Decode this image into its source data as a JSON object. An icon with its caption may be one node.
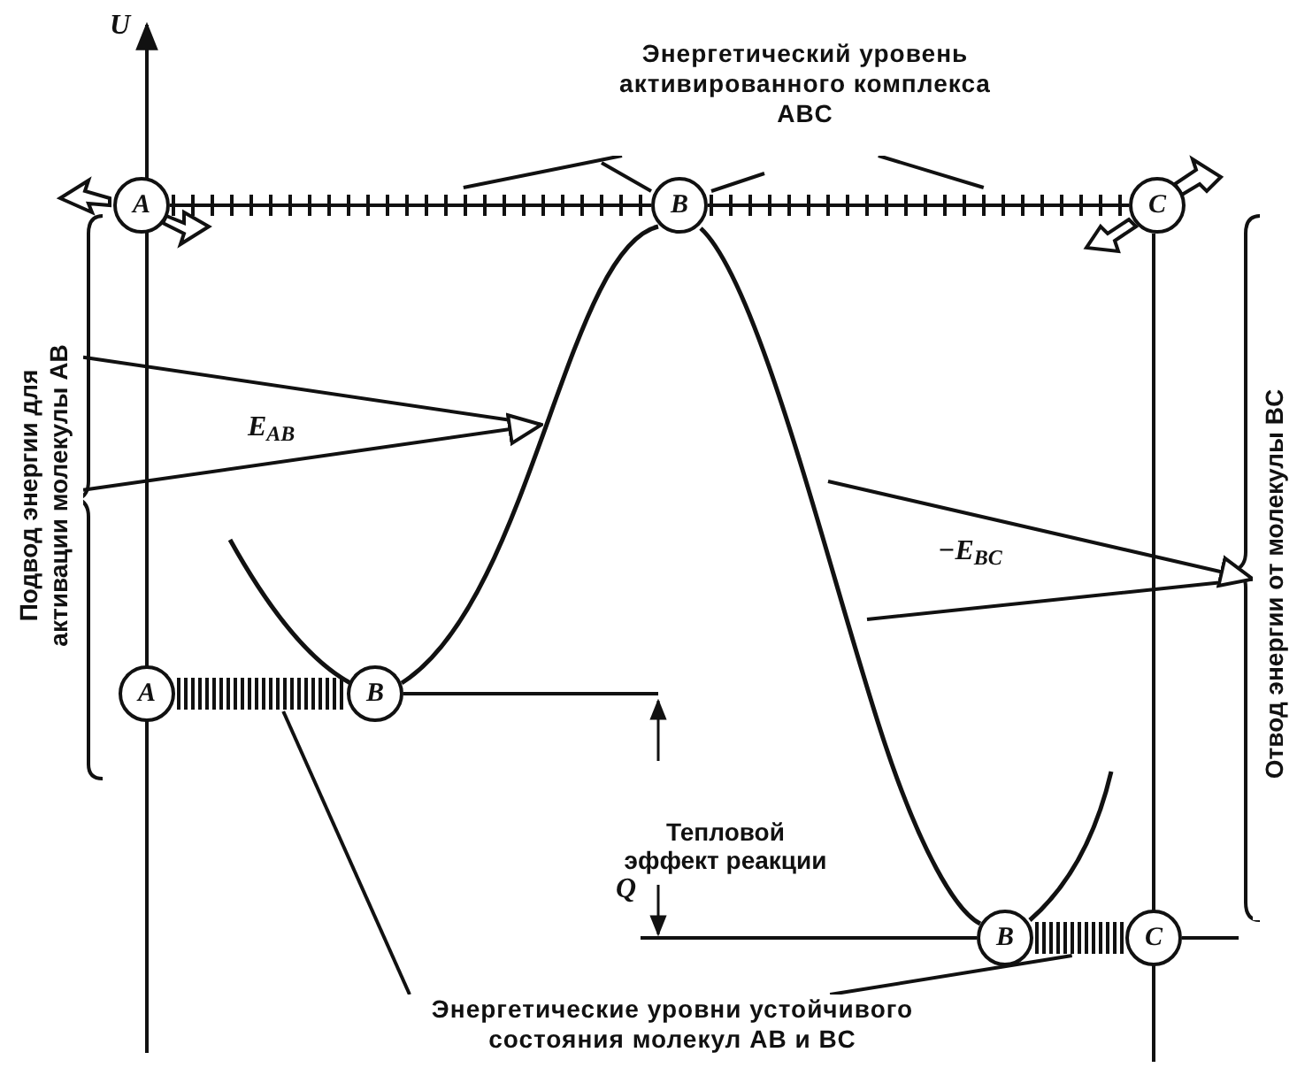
{
  "diagram": {
    "nodes": [
      {
        "text": [
          "Энергетический уровень активированного комплекса ABC"
        ]
      },
      {
        "text": [
          "A"
        ]
      },
      {
        "text": [],
        "shape": "bar"
      },
      {
        "text": [
          "B"
        ]
      },
      {
        "text": [],
        "shape": "bar"
      },
      {
        "text": [
          "C"
        ]
      },
      {
        "text": [
          "Подвод энергии для активации молекулы AB"
        ]
      },
      {
        "text": [
          "Отвод энергии от молекулы BC"
        ]
      },
      {
        "text": [
          "A"
        ]
      },
      {
        "text": [],
        "shape": "bar"
      },
      {
        "text": [
          "B"
        ]
      },
      {
        "text": [
          "B"
        ]
      },
      {
        "text": [],
        "shape": "bar"
      },
      {
        "text": [
          "C"
        ]
      },
      {
        "text": [
          "Энергетические уровни устойчивого состояния молекул AB и BC"
        ]
      }
    ],
    "edges": [
      {
        "from": 0,
        "to": 2,
        "arrow": "none"
      },
      {
        "from": 0,
        "to": 4,
        "arrow": "none"
      },
      {
        "from": 6,
        "to": null,
        "arrow": "to",
        "label": "E$_{AB}$"
      },
      {
        "from": null,
        "to": 7,
        "arrow": "to",
        "label": "−E$_{BC}$"
      },
      {
        "from": 14,
        "to": 9,
        "arrow": "none"
      },
      {
        "from": 14,
        "to": 12,
        "arrow": "none"
      }
    ],
    "labels": [
      "U",
      "Тепловой эффект реакции",
      "Q"
    ]
  }
}
